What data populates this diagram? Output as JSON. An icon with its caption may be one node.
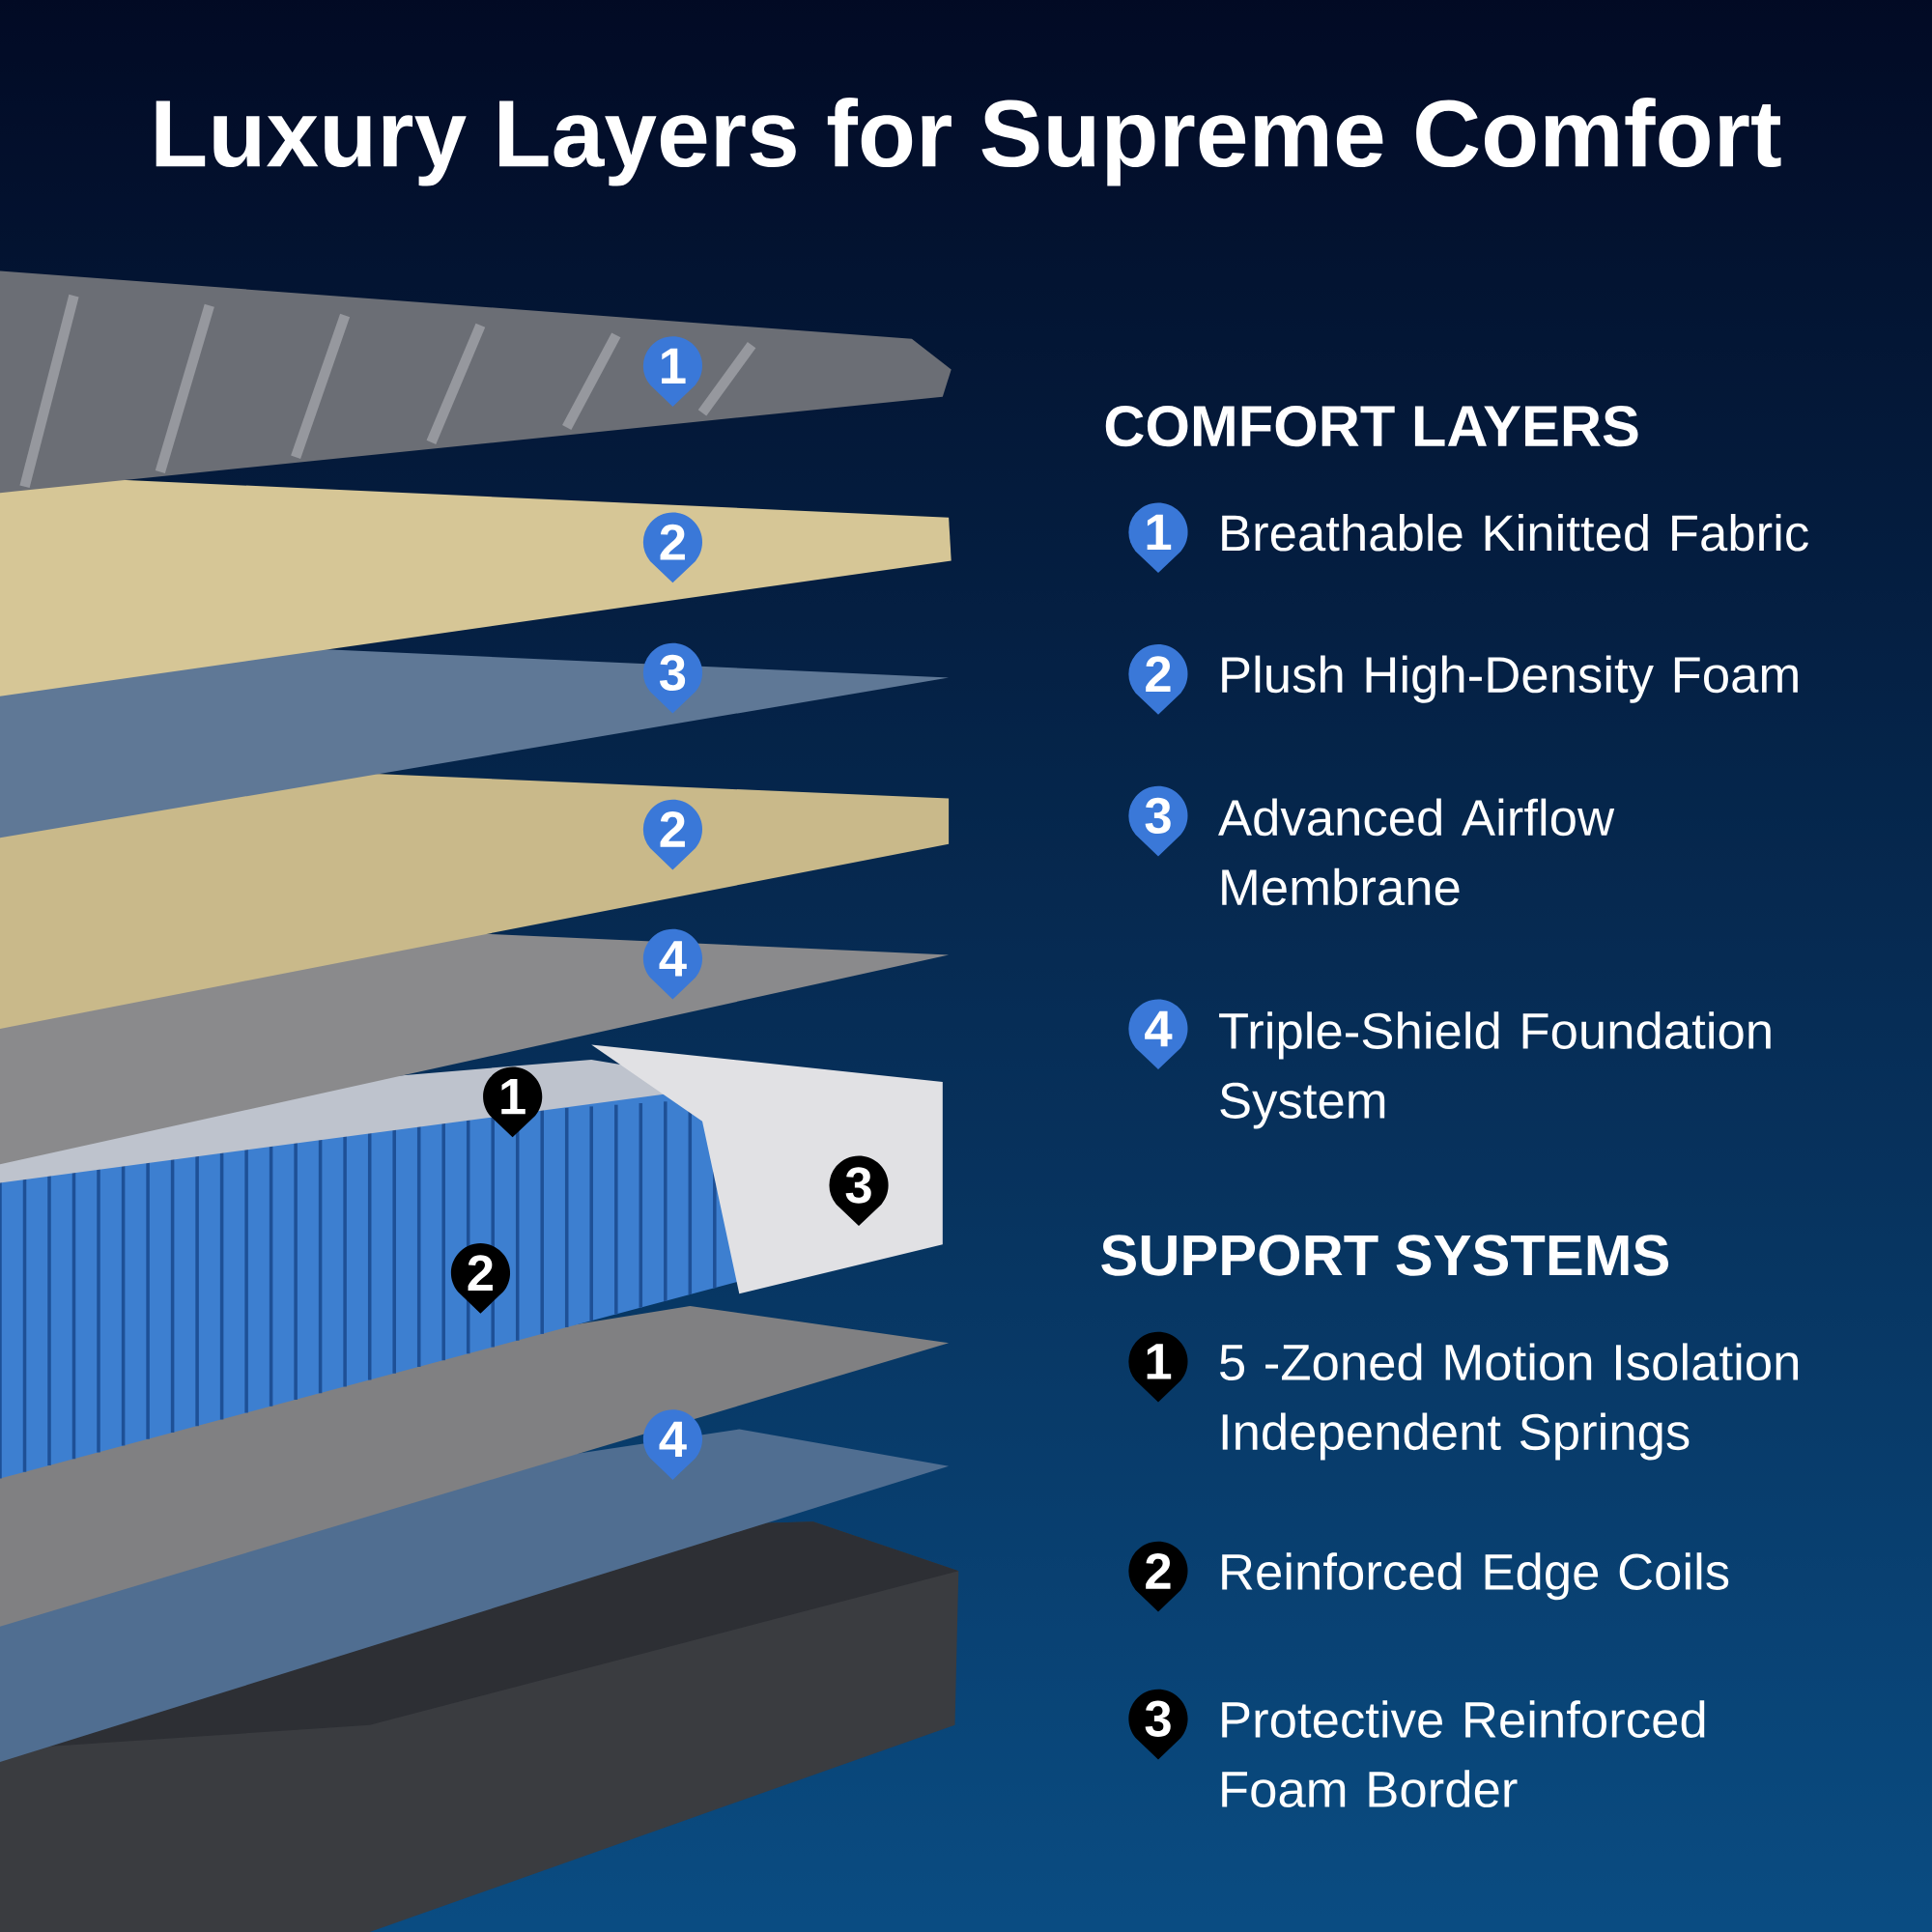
{
  "diagram": {
    "title": "Luxury Layers for Supreme Comfort",
    "labels": [
      "1",
      "2",
      "3",
      "2",
      "4",
      "1",
      "3",
      "2",
      "4",
      "COMFORT LAYERS",
      "1",
      "Breathable Kinitted Fabric",
      "2",
      "Plush High-Density Foam",
      "3",
      "Advanced Airflow Membrane",
      "4",
      "Triple-Shield Foundation System",
      "SUPPORT SYSTEMS",
      "1",
      "5 -Zoned Motion Isolation Independent Springs",
      "2",
      "Reinforced Edge Coils",
      "3",
      "Protective Reinforced Foam Border"
    ]
  }
}
